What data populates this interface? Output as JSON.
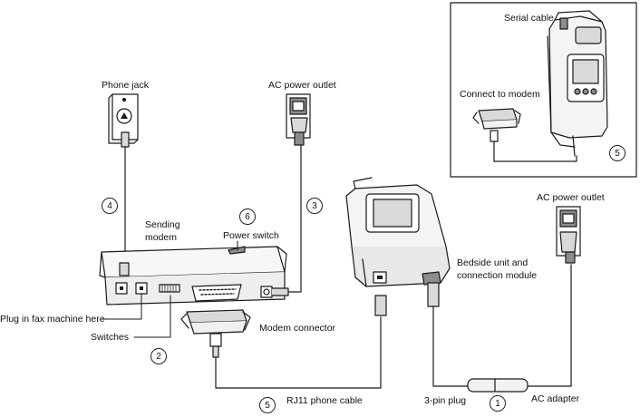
{
  "labels": {
    "serial_cable": "Serial cable",
    "connect_to_modem": "Connect to modem",
    "phone_jack": "Phone jack",
    "ac_outlet_top": "AC power outlet",
    "ac_outlet_right": "AC power outlet",
    "sending": "Sending",
    "modem": "modem",
    "power_switch": "Power switch",
    "bedside_line1": "Bedside unit and",
    "bedside_line2": "connection module",
    "fax": "Plug in fax machine here",
    "switches": "Switches",
    "modem_connector": "Modem  connector",
    "rj11": "RJ11 phone cable",
    "three_pin": "3-pin plug",
    "ac_adapter": "AC adapter"
  },
  "callouts": {
    "c1": "1",
    "c2": "2",
    "c3": "3",
    "c4": "4",
    "c5_inset": "5",
    "c5_cable": "5",
    "c6": "6"
  },
  "colors": {
    "line": "#1a1a1a",
    "fill_light": "#f2f2f2",
    "fill_mid": "#d9d9d9",
    "fill_dark": "#8c8c8c"
  }
}
